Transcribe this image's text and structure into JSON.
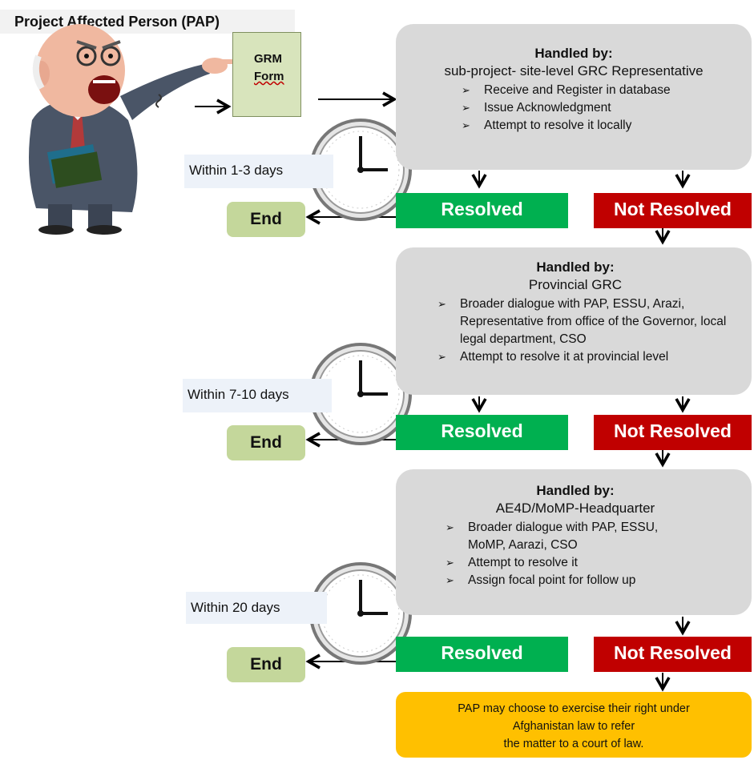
{
  "title": "Project Affected Person (PAP)",
  "grm_form": {
    "line1": "GRM",
    "line2": "Form"
  },
  "levels": [
    {
      "handled_by": "Handled by:",
      "who": "sub-project- site-level GRC Representative",
      "items": [
        "Receive and Register in database",
        "Issue Acknowledgment",
        "Attempt to resolve it locally"
      ],
      "within": "Within 1-3 days",
      "resolved": "Resolved",
      "not_resolved": "Not Resolved",
      "end": "End"
    },
    {
      "handled_by": "Handled by:",
      "who": "Provincial GRC",
      "items": [
        "Broader dialogue with PAP, ESSU,  Arazi, Representative from office of the Governor, local legal department, CSO",
        "Attempt to resolve it at provincial level"
      ],
      "within": "Within 7-10 days",
      "resolved": "Resolved",
      "not_resolved": "Not Resolved",
      "end": "End"
    },
    {
      "handled_by": "Handled by:",
      "who": "AE4D/MoMP-Headquarter",
      "items": [
        "Broader dialogue with PAP, ESSU, MoMP, Aarazi, CSO",
        "Attempt to resolve it",
        "Assign focal point for follow up"
      ],
      "within": "Within 20 days",
      "resolved": "Resolved",
      "not_resolved": "Not Resolved",
      "end": "End"
    }
  ],
  "final_note": {
    "line1": "PAP may choose to exercise their right under",
    "line2": "Afghanistan law to refer",
    "line3": "the matter to a court of law."
  },
  "colors": {
    "resolved": "#00b050",
    "not_resolved": "#c00000",
    "end": "#c4d79b",
    "box": "#d9d9d9",
    "final": "#ffc000"
  }
}
